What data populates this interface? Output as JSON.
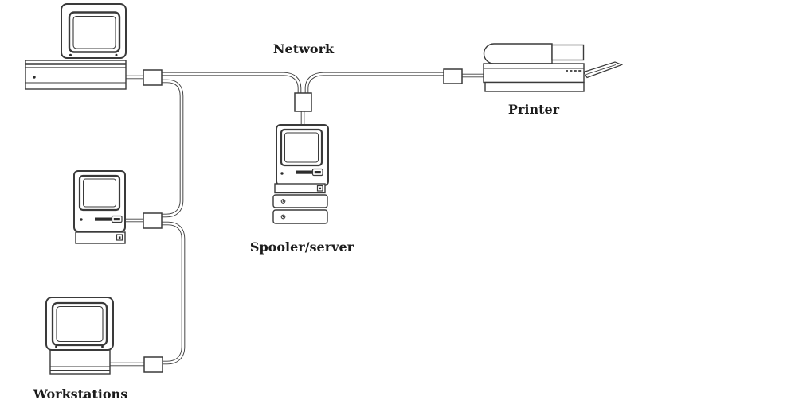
{
  "page": {
    "background": "#ffffff",
    "ink_color": "#3a3a3a",
    "text_color": "#1c1c1c"
  },
  "labels": {
    "network": "Network",
    "printer": "Printer",
    "spooler_server": "Spooler/server",
    "workstations": "Workstations"
  },
  "diagram": {
    "type": "network-topology",
    "nodes": [
      {
        "id": "desktop-workstation",
        "kind": "desktop computer (monitor on wide system unit)",
        "group_label": "Workstations"
      },
      {
        "id": "compact-mac-workstation",
        "kind": "compact Macintosh computer",
        "group_label": "Workstations"
      },
      {
        "id": "monitor-workstation",
        "kind": "monitor on system unit",
        "group_label": "Workstations"
      },
      {
        "id": "spooler-server",
        "kind": "compact Macintosh on two stacked disk drives",
        "label": "Spooler/server"
      },
      {
        "id": "printer",
        "kind": "laser printer with output tray",
        "label": "Printer"
      }
    ],
    "connector_boxes": 5,
    "connections": [
      {
        "from": "desktop-workstation",
        "to": "network-backbone",
        "via": "connector-box"
      },
      {
        "from": "desktop-workstation",
        "to": "compact-mac-workstation",
        "via": "daisy-chain cable"
      },
      {
        "from": "compact-mac-workstation",
        "to": "monitor-workstation",
        "via": "daisy-chain cable"
      },
      {
        "from": "network-backbone",
        "to": "spooler-server",
        "via": "connector-box drop"
      },
      {
        "from": "network-backbone",
        "to": "printer",
        "via": "connector-box"
      }
    ]
  }
}
